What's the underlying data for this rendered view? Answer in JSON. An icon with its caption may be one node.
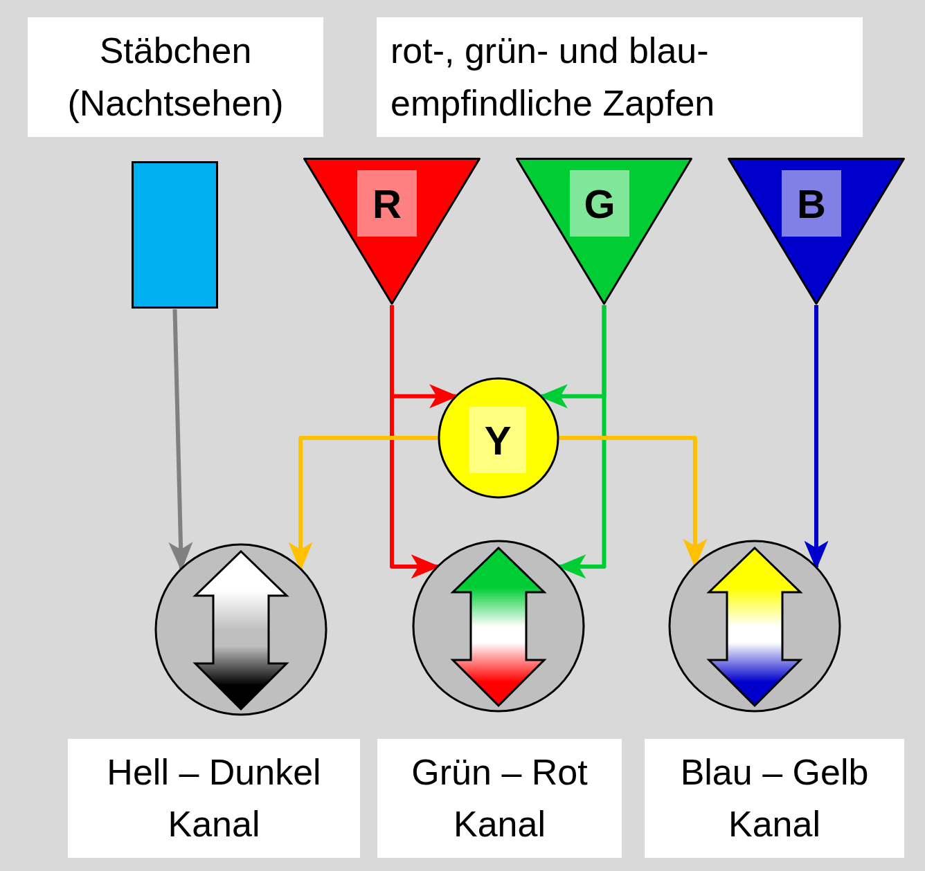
{
  "diagram": {
    "nodes": [
      {
        "text": [
          "Stäbchen (Nachtsehen)"
        ]
      },
      {
        "text": [
          "rot-, grün- und blau- empfindliche Zapfen"
        ]
      },
      {
        "text": [],
        "shape": "box"
      },
      {
        "text": [
          "R"
        ]
      },
      {
        "text": [
          "G"
        ]
      },
      {
        "text": [
          "B"
        ]
      },
      {
        "text": [
          "Y"
        ]
      },
      {
        "text": [],
        "shape": "circle"
      },
      {
        "text": [],
        "shape": "circle"
      },
      {
        "text": [],
        "shape": "circle"
      },
      {
        "text": [
          "Hell – Dunkel Kanal"
        ]
      },
      {
        "text": [
          "Grün – Rot Kanal"
        ]
      },
      {
        "text": [
          "Blau – Gelb Kanal"
        ]
      }
    ],
    "edges": [
      {
        "from": 2,
        "to": 7,
        "arrow": "to",
        "color": "#808080"
      },
      {
        "from": 3,
        "to": 6,
        "arrow": "to",
        "color": "#ff0000"
      },
      {
        "from": 3,
        "to": 8,
        "arrow": "to",
        "color": "#ff0000"
      },
      {
        "from": 4,
        "to": 6,
        "arrow": "to",
        "color": "#00cc33"
      },
      {
        "from": 4,
        "to": 8,
        "arrow": "to",
        "color": "#00cc33"
      },
      {
        "from": 6,
        "to": 7,
        "arrow": "to",
        "color": "#ffc000"
      },
      {
        "from": 6,
        "to": 9,
        "arrow": "to",
        "color": "#ffc000"
      },
      {
        "from": 5,
        "to": 9,
        "arrow": "to",
        "color": "#0000cc"
      }
    ]
  }
}
